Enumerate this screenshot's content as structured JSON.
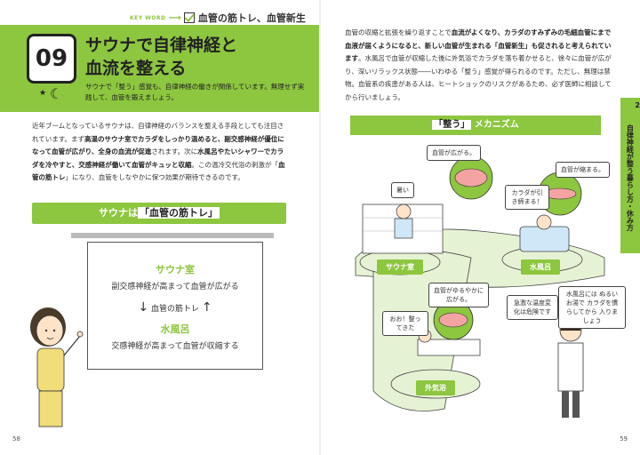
{
  "keyword": {
    "label": "KEY WORD",
    "text": "血管の筋トレ、血管新生"
  },
  "header": {
    "number": "09",
    "title_line1": "サウナで自律神経と",
    "title_line2": "血流を整える",
    "description": "サウナで「整う」感覚も、自律神経の働きが関係しています。無理せず実践して、血管を鍛えましょう。"
  },
  "left_body": {
    "p1": "近年ブームとなっているサウナは、自律神経のバランスを整える手段としても注目されています。まず",
    "h1": "高温のサウナ室でカラダをしっかり温めると、副交感神経が優位になって血管が広がり、全身の血流が促進",
    "p2": "されます。次に",
    "h2": "水風呂やたいシャワーでカラダを冷やすと、交感神経が働いて血管がキュッと収縮",
    "p3": "。この温冷交代浴の刺激が「",
    "h3": "血管の筋トレ",
    "p4": "」になり、血管をしなやかに保つ効果が期待できるのです。"
  },
  "section_title": {
    "pre": "サウナは",
    "quoted": "「血管の筋トレ」"
  },
  "board": {
    "sauna_heading": "サウナ室",
    "sauna_text": "副交感神経が高まって血管が広がる",
    "middle": "血管の筋トレ",
    "water_heading": "水風呂",
    "water_text": "交感神経が高まって血管が収縮する"
  },
  "right_body": {
    "p1": "血管の収縮と拡張を繰り返すことで",
    "h1": "血流がよくなり、カラダのすみずみの毛細血管にまで血液が届くようになると、新しい血管が生まれる「血管新生」も促されると考えられています",
    "p2": "。水風呂で血管が収縮した後に外気浴でカラダを落ち着かせると、徐々に血管が広がり、深いリラックス状態――いわゆる「整う」感覚が得られるのです。ただし、無理は禁物。血管系の疾患がある人は、ヒートショックのリスクがあるため、必ず医師に相談してから行いましょう。"
  },
  "side_tab": {
    "number": "2",
    "text": "自律神経が整う暮らし方・休み方"
  },
  "mechanism": {
    "quoted": "「整う」",
    "rest": "メカニズム"
  },
  "illustration": {
    "bubble_sauna_vessel": "血管が広がる。",
    "bubble_hot": "暑い",
    "bubble_cold_vessel": "血管が縮まる。",
    "bubble_tight": "カラダが引き締まる！",
    "bubble_relax_vessel": "血管がゆるやかに広がる。",
    "bubble_ready": "おお！整ってきた",
    "bubble_warning": "急激な温度変化は危険です",
    "bubble_doctor": "水風呂には ぬるいお湯で カラダを慣らしてから 入りましょう",
    "tag_sauna": "サウナ室",
    "tag_water": "水風呂",
    "tag_outside": "外気浴"
  },
  "pages": {
    "left": "58",
    "right": "59"
  },
  "colors": {
    "accent": "#8dc63f"
  }
}
